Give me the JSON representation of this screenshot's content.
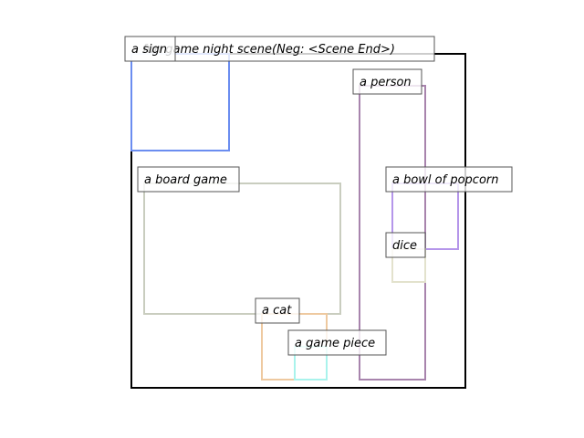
{
  "scene": {
    "caption": "a fun game night scene(Neg: <Scene End>)"
  },
  "colors": {
    "frame": "#000000",
    "label_border": "#555555",
    "label_bg": "#ffffff"
  },
  "boxes": [
    {
      "id": "sign",
      "label": "a sign",
      "color": "#6b8df0"
    },
    {
      "id": "person",
      "label": "a person",
      "color": "#a884ad"
    },
    {
      "id": "board-game",
      "label": "a board game",
      "color": "#c9cdbf"
    },
    {
      "id": "popcorn",
      "label": "a bowl of popcorn",
      "color": "#b596ea"
    },
    {
      "id": "dice",
      "label": "dice",
      "color": "#e3e2cd"
    },
    {
      "id": "cat",
      "label": "a cat",
      "color": "#eec9a0"
    },
    {
      "id": "game-piece",
      "label": "a game piece",
      "color": "#a9f3ec"
    }
  ]
}
